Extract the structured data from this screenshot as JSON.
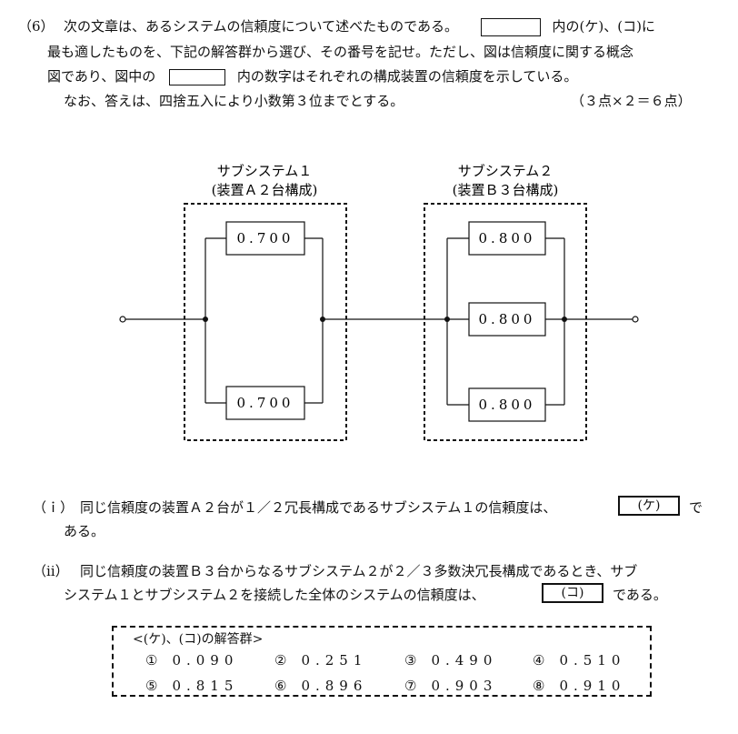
{
  "question": {
    "number": "（6）",
    "line1_a": "次の文章は、あるシステムの信頼度について述べたものである。",
    "line1_b": "内の(ケ)、(コ)に",
    "line2": "最も適したものを、下記の解答群から選び、その番号を記せ。ただし、図は信頼度に関する概念",
    "line3_a": "図であり、図中の",
    "line3_b": "内の数字はそれぞれの構成装置の信頼度を示している。",
    "line4": "なお、答えは、四捨五入により小数第３位までとする。",
    "points": "（３点×２＝６点）"
  },
  "diagram": {
    "sub1_title": "サブシステム１",
    "sub1_sub": "(装置Ａ２台構成)",
    "sub2_title": "サブシステム２",
    "sub2_sub": "(装置Ｂ３台構成)",
    "sub1_values": [
      "0.700",
      "0.700"
    ],
    "sub2_values": [
      "0.800",
      "0.800",
      "0.800"
    ]
  },
  "items": {
    "i_label": "（ｉ）",
    "i_text_a": "同じ信頼度の装置Ａ２台が１／２冗長構成であるサブシステム１の信頼度は、",
    "i_box": "(ケ)",
    "i_text_b": "で",
    "i_text_c": "ある。",
    "ii_label": "（ⅱ）",
    "ii_text_a": "同じ信頼度の装置Ｂ３台からなるサブシステム２が２／３多数決冗長構成であるとき、サブ",
    "ii_text_b": "システム１とサブシステム２を接続した全体のシステムの信頼度は、",
    "ii_box": "(コ)",
    "ii_text_c": "である。"
  },
  "answers": {
    "title": "<(ケ)、(コ)の解答群>",
    "options": [
      {
        "num": "①",
        "value": "0.090"
      },
      {
        "num": "②",
        "value": "0.251"
      },
      {
        "num": "③",
        "value": "0.490"
      },
      {
        "num": "④",
        "value": "0.510"
      },
      {
        "num": "⑤",
        "value": "0.815"
      },
      {
        "num": "⑥",
        "value": "0.896"
      },
      {
        "num": "⑦",
        "value": "0.903"
      },
      {
        "num": "⑧",
        "value": "0.910"
      }
    ]
  }
}
